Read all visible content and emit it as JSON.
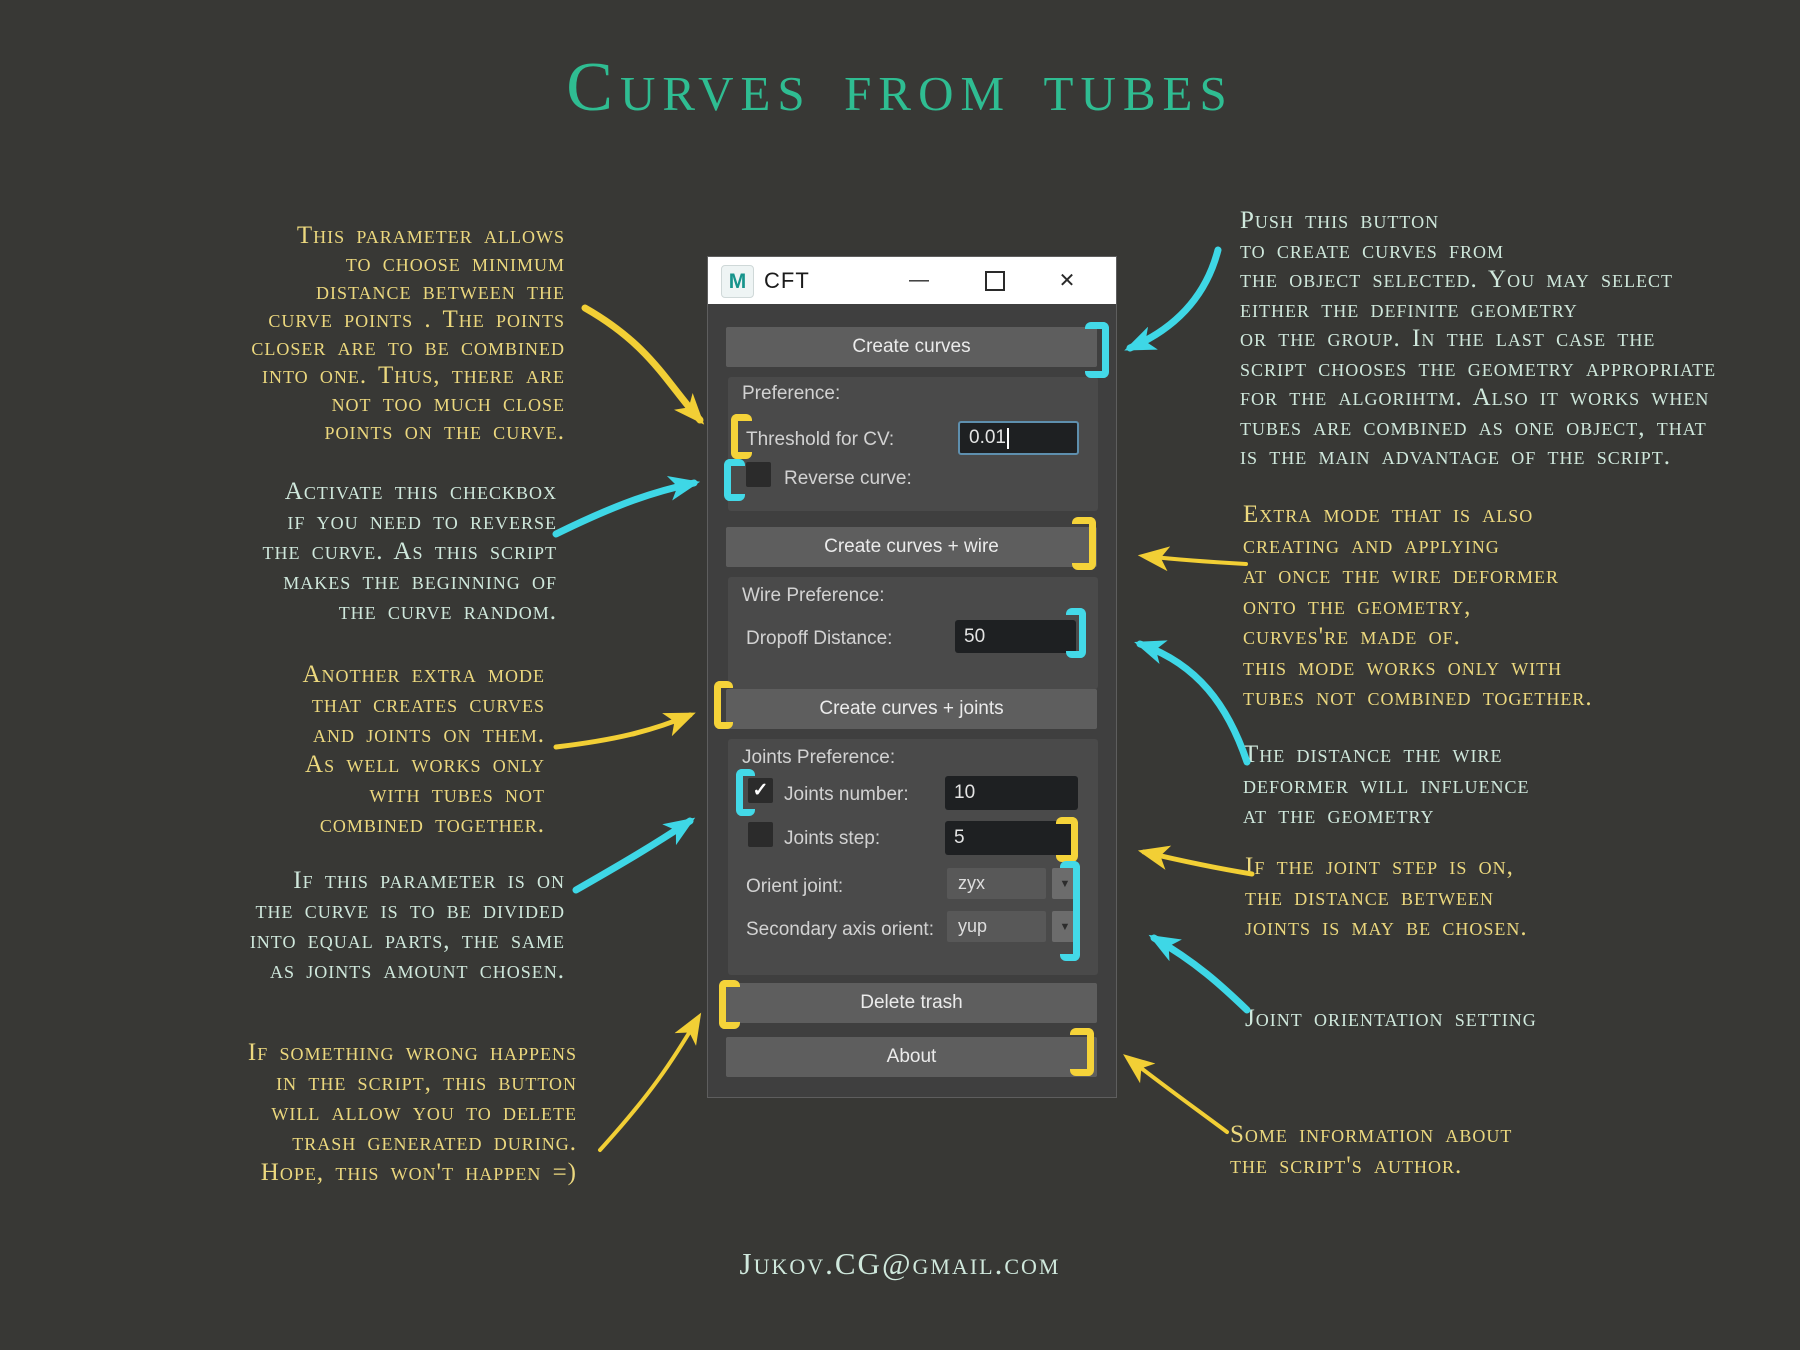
{
  "page": {
    "title": "Curves from tubes",
    "email": "Jukov.CG@gmail.com"
  },
  "colors": {
    "background": "#383835",
    "title_teal": "#2fbd92",
    "annotation_yellow": "#ecd87e",
    "annotation_mint": "#cfe8dc",
    "arrow_yellow": "#f2cf35",
    "arrow_cyan": "#3ed7e6",
    "bracket_yellow": "#f5d339",
    "bracket_cyan": "#43d9e8"
  },
  "icons": {
    "maya_logo": "M",
    "minimize": "—",
    "close": "✕",
    "dropdown_arrow": "▼",
    "checkmark": "✓"
  },
  "window": {
    "title": "CFT",
    "create_curves_label": "Create curves",
    "preference_label": "Preference:",
    "threshold_label": "Threshold for CV:",
    "threshold_value": "0.01",
    "reverse_label": "Reverse curve:",
    "create_wire_label": "Create curves + wire",
    "wire_pref_label": "Wire Preference:",
    "dropoff_label": "Dropoff Distance:",
    "dropoff_value": "50",
    "create_joints_label": "Create curves + joints",
    "joints_pref_label": "Joints Preference:",
    "joints_number_label": "Joints number:",
    "joints_number_value": "10",
    "joints_step_label": "Joints step:",
    "joints_step_value": "5",
    "orient_label": "Orient joint:",
    "orient_value": "zyx",
    "secondary_label": "Secondary axis orient:",
    "secondary_value": "yup",
    "delete_trash_label": "Delete trash",
    "about_label": "About"
  },
  "annotations": {
    "l1": {
      "lines": [
        "This parameter allows",
        "to choose minimum",
        "distance between the",
        "curve points . The points",
        "closer are to be combined",
        "into one. Thus, there are",
        "not too much close",
        "points on the curve."
      ]
    },
    "l2": {
      "lines": [
        "Activate this checkbox",
        "if you need to reverse",
        "the curve. As this script",
        "makes the beginning of",
        "the curve random."
      ]
    },
    "l3": {
      "lines": [
        "Another extra mode",
        "that creates curves",
        "and joints on them.",
        "As well works only",
        "with tubes not",
        "combined together."
      ]
    },
    "l4": {
      "lines": [
        "If this parameter is on",
        "the curve is to be divided",
        "into equal parts, the same",
        "as joints amount chosen."
      ]
    },
    "l5": {
      "lines": [
        "If something wrong happens",
        "in the script, this button",
        "will allow you to delete",
        "trash generated during.",
        "Hope, this won't happen =)"
      ]
    },
    "r1": {
      "lines": [
        "Push this button",
        "to create curves from",
        "the object selected. You may select",
        "either the definite geometry",
        "or the group. In the last case the",
        "script chooses the geometry appropriate",
        "for the algorihtm. Also it works when",
        "tubes are combined as one object, that",
        "is the main advantage of the script."
      ]
    },
    "r2": {
      "lines": [
        "Extra mode that is also",
        "creating and applying",
        "at once the wire deformer",
        "onto the geometry,",
        "curves're made of.",
        "this mode works only with",
        "tubes not combined together."
      ]
    },
    "r3": {
      "lines": [
        "The distance the wire",
        "deformer will influence",
        "at the geometry"
      ]
    },
    "r4": {
      "lines": [
        "If the joint step is on,",
        "the distance between",
        "joints is may be chosen."
      ]
    },
    "r5": {
      "lines": [
        "Joint orientation setting"
      ]
    },
    "r6": {
      "lines": [
        "Some information about",
        "the script's author."
      ]
    }
  }
}
